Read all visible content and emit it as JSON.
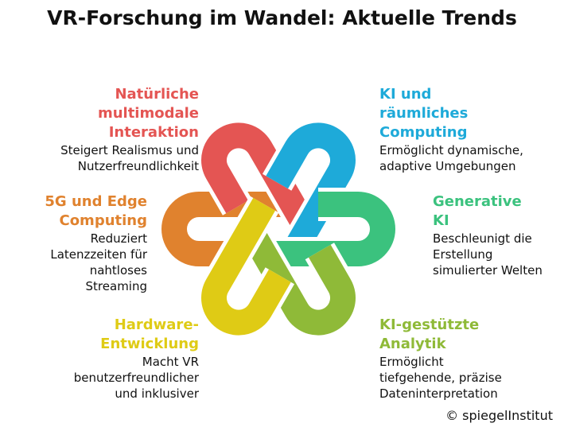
{
  "title": "VR-Forschung im Wandel: Aktuelle Trends",
  "items": [
    {
      "heading": "Natürliche multimodale Interaktion",
      "text": "Steigert Realismus und Nutzerfreundlichkeit",
      "color": "#e45553"
    },
    {
      "heading": "KI und räumliches Computing",
      "text": "Ermöglicht dynamische, adaptive Umgebungen",
      "color": "#1eaad9"
    },
    {
      "heading": "5G und Edge Computing",
      "text": "Reduziert Latenzzeiten für nahtloses Streaming",
      "color": "#e0822e"
    },
    {
      "heading": "Generative KI",
      "text": "Beschleunigt die Erstellung simulierter Welten",
      "color": "#3bc27e"
    },
    {
      "heading": "Hardware-Entwicklung",
      "text": "Macht VR benutzerfreundlicher und inklusiver",
      "color": "#dfcb15"
    },
    {
      "heading": "KI-gestützte Analytik",
      "text": "Ermöglicht tiefgehende, präzise Dateninterpretation",
      "color": "#8fba38"
    }
  ],
  "copyright": "© spiegelInstitut"
}
